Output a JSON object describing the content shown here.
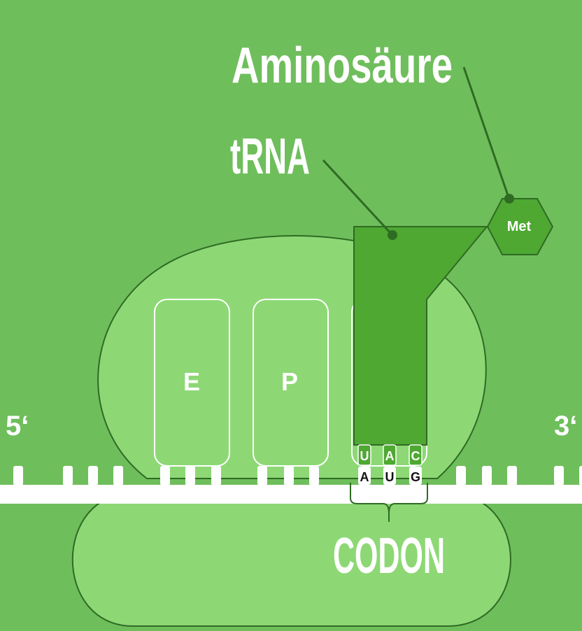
{
  "labels": {
    "aminoacid": "Aminosäure",
    "trna": "tRNA",
    "codon": "CODON",
    "five_prime": "5‘",
    "three_prime": "3‘"
  },
  "sites": [
    "E",
    "P"
  ],
  "amino_acid": "Met",
  "anticodon": [
    "U",
    "A",
    "C"
  ],
  "codon": [
    "A",
    "U",
    "G"
  ],
  "colors": {
    "background": "#6fbe5c",
    "ribosome": "#8dd875",
    "outline": "#2f6b23",
    "trna_fill": "#4ea832",
    "mrna": "#ffffff"
  }
}
